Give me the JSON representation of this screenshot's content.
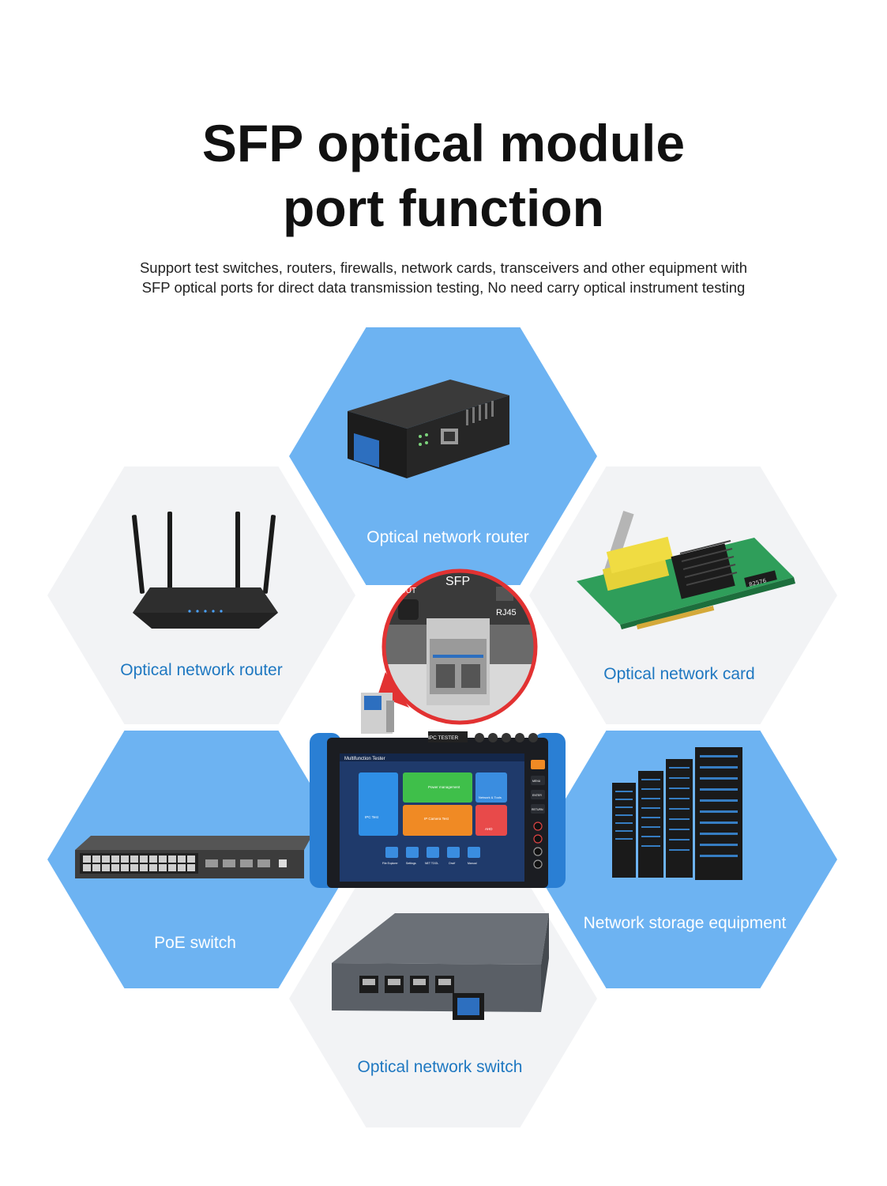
{
  "heading": {
    "line1": "SFP optical module",
    "line2": "port function"
  },
  "subheading": {
    "line1": "Support test switches, routers, firewalls, network cards, transceivers and other equipment with",
    "line2": "SFP optical ports for direct data transmission testing, No need carry optical instrument testing"
  },
  "hexagons": [
    {
      "label": "Optical network router",
      "color": "#6db3f2"
    },
    {
      "label": "Optical network router",
      "color": "#f2f3f5"
    },
    {
      "label": "Optical network card",
      "color": "#f2f3f5"
    },
    {
      "label": "PoE switch",
      "color": "#6db3f2"
    },
    {
      "label": "Network storage equipment",
      "color": "#6db3f2"
    },
    {
      "label": "Optical network switch",
      "color": "#f2f3f5"
    }
  ],
  "callout": {
    "sfp_label": "SFP",
    "rj45_label": "RJ45",
    "port_label": "OUT"
  },
  "tester": {
    "brand": "IPC TESTER",
    "screen_title": "Multifunction Tester",
    "tiles": [
      "IPC Test",
      "Power management",
      "Network & Tools",
      "IP Camera Test",
      "AHD"
    ],
    "dock": [
      "File Explorer",
      "Settings",
      "NET TOOL",
      "Onvif",
      "Manual"
    ],
    "side_buttons": [
      "MENU",
      "ENTER",
      "RETURN"
    ]
  },
  "card": {
    "model": "82576"
  },
  "colors": {
    "hex_blue": "#6db3f2",
    "hex_grey": "#f2f3f5",
    "label_blue": "#1f78c1",
    "tester_blue": "#2a7fd4"
  }
}
